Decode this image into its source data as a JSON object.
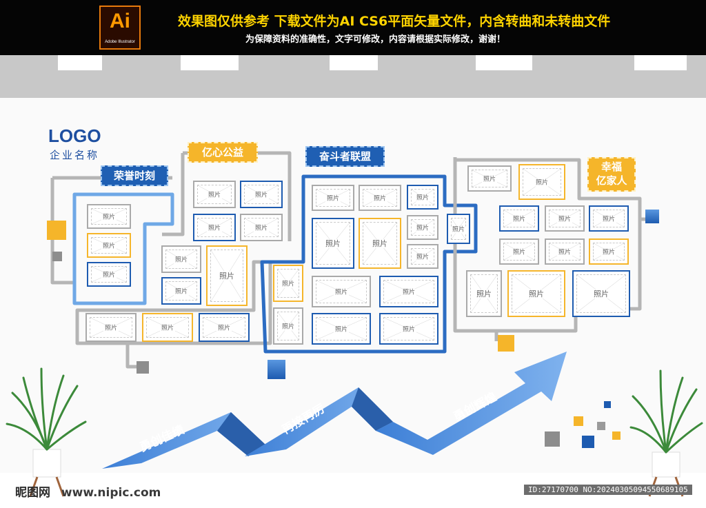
{
  "header": {
    "app_icon_text": "Ai",
    "app_icon_caption": "Adobe Illustrator",
    "line1": "效果图仅供参考  下载文件为AI CS6平面矢量文件，内含转曲和未转曲文件",
    "line2": "为保障资料的准确性，文字可修改，内容请根据实际修改，谢谢！"
  },
  "wall": {
    "logo": "LOGO",
    "company": "企业名称",
    "tags": {
      "honor": "荣誉时刻",
      "charity": "亿心公益",
      "league": "奋斗者联盟",
      "family_line1": "幸福",
      "family_line2": "亿家人"
    },
    "photo_label": "照片",
    "arrow_slogans": [
      "勇创佳绩",
      "再接再厉",
      "勇创辉煌"
    ]
  },
  "watermark": {
    "site_logo": "昵图网",
    "site_url": "www.nipic.com",
    "id_text": "ID:27170700 NO:20240305094550689105"
  },
  "colors": {
    "blue": "#1f5fb3",
    "gold": "#f5b52a",
    "gray": "#a9a9a9"
  }
}
